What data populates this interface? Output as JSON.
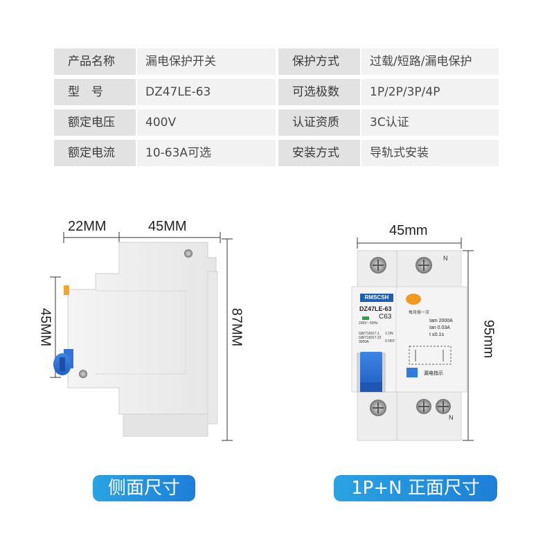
{
  "specs": {
    "rows": [
      {
        "k1": "产品名称",
        "v1": "漏电保护开关",
        "k2": "保护方式",
        "v2": "过载/短路/漏电保护"
      },
      {
        "k1": "型　号",
        "v1": "DZ47LE-63",
        "k2": "可选极数",
        "v2": "1P/2P/3P/4P"
      },
      {
        "k1": "额定电压",
        "v1": "400V",
        "k2": "认证资质",
        "v2": "3C认证"
      },
      {
        "k1": "额定电流",
        "v1": "10-63A可选",
        "k2": "安装方式",
        "v2": "导轨式安装"
      }
    ]
  },
  "side_view": {
    "dim_depth_front": "22MM",
    "dim_depth_body": "45MM",
    "dim_height_left": "45MM",
    "dim_height_right": "87MM",
    "caption": "侧面尺寸"
  },
  "front_view": {
    "dim_width": "45mm",
    "dim_height": "95mm",
    "caption": "1P+N 正面尺寸",
    "label": {
      "brand": "RMSCSH",
      "model": "DZ47LE-63",
      "rating": "C63",
      "test_label": "每月按一次",
      "spec_line1": "Iam 2000A",
      "spec_line2": "Ian 0.03A",
      "spec_line3": "t ≤0.1s",
      "small_left": "230V~ 50Hz",
      "std1": "GB/T16917.1",
      "std2": "GB/T16917.22",
      "short": "3000A",
      "on_text": "1 ON",
      "off_text": "0 OFF",
      "leak_indicator": "漏电指示",
      "terminal_n": "N"
    }
  },
  "colors": {
    "caption_blue": "#1d7fd8",
    "toggle_blue": "#2c6fd4",
    "test_button_orange": "#f29a1f",
    "breaker_body": "#eeeeee"
  }
}
